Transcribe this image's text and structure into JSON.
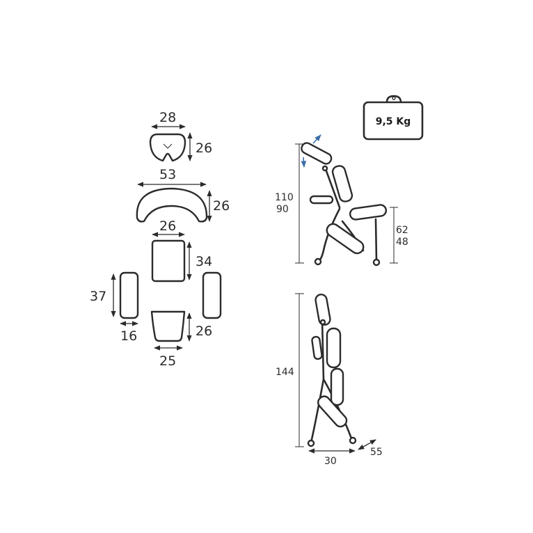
{
  "pads": {
    "face_cradle": {
      "width": "28",
      "height": "26"
    },
    "chest_pad": {
      "width": "53",
      "height": "26"
    },
    "seat": {
      "width": "26",
      "height": "34"
    },
    "arm_pad": {
      "height": "37",
      "width": "16"
    },
    "knee_pad": {
      "height": "26",
      "width": "25"
    }
  },
  "side_view": {
    "height_max": "110",
    "height_min": "90",
    "seat_max": "62",
    "seat_min": "48"
  },
  "folded_view": {
    "height": "144",
    "depth": "30",
    "width": "55"
  },
  "bag": {
    "weight": "9,5 Kg"
  },
  "colors": {
    "line": "#2b2b2b",
    "arrow": "#3a6fa8"
  }
}
